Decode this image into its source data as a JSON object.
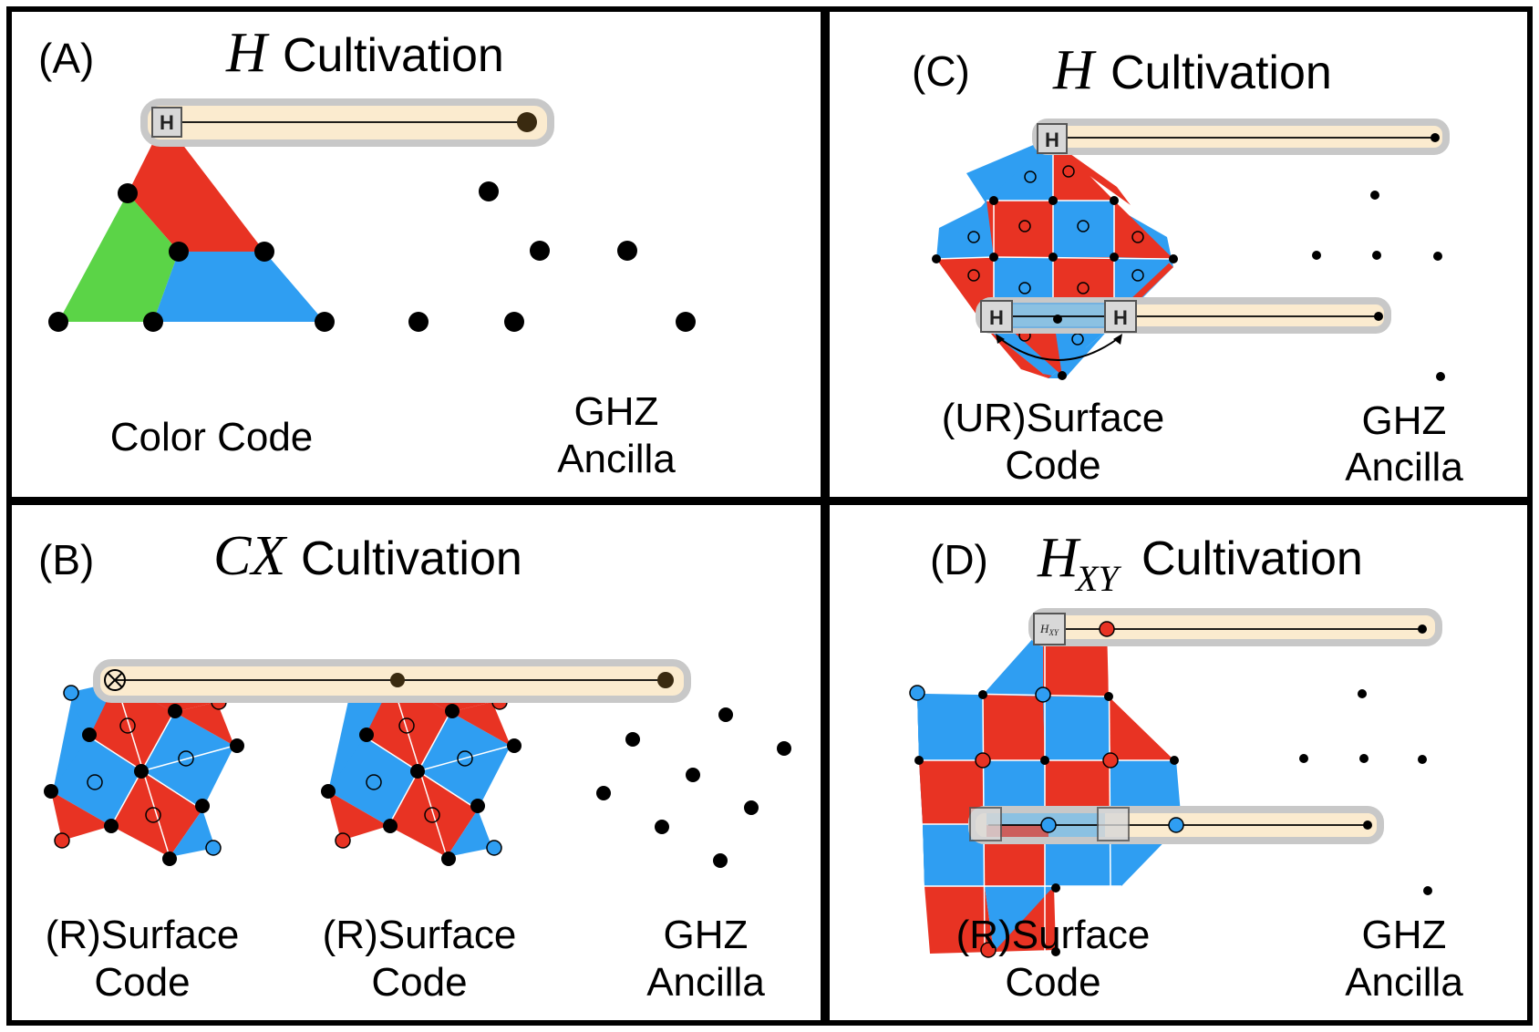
{
  "colors": {
    "red": "#e83323",
    "blue": "#2f9ef2",
    "green": "#5bd447",
    "bar_fill": "#fbebcf",
    "bar_stroke": "#c8c8c8",
    "gate_fill": "#d8d8d8"
  },
  "panels": {
    "a": {
      "label": "(A)",
      "title_math": "H",
      "title_text": "Cultivation",
      "gate": "H",
      "caption_left": "Color Code",
      "caption_right_1": "GHZ",
      "caption_right_2": "Ancilla"
    },
    "b": {
      "label": "(B)",
      "title_math": "CX",
      "title_text": "Cultivation",
      "caption_1_line1": "(R)Surface",
      "caption_1_line2": "Code",
      "caption_2_line1": "(R)Surface",
      "caption_2_line2": "Code",
      "caption_3_line1": "GHZ",
      "caption_3_line2": "Ancilla"
    },
    "c": {
      "label": "(C)",
      "title_math": "H",
      "title_text": "Cultivation",
      "gate": "H",
      "caption_left_1": "(UR)Surface",
      "caption_left_2": "Code",
      "caption_right_1": "GHZ",
      "caption_right_2": "Ancilla"
    },
    "d": {
      "label": "(D)",
      "title_math": "H",
      "title_sub": "XY",
      "title_text": "Cultivation",
      "gate_main": "H",
      "gate_sub": "XY",
      "caption_left_1": "(R)Surface",
      "caption_left_2": "Code",
      "caption_right_1": "GHZ",
      "caption_right_2": "Ancilla"
    }
  }
}
